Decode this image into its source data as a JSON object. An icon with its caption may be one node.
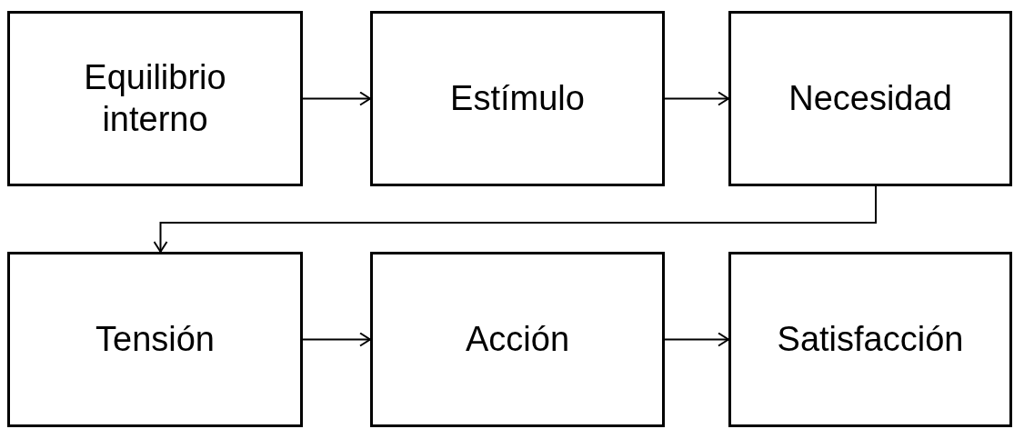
{
  "diagram": {
    "nodes": [
      {
        "text": [
          "Equilibrio interno"
        ]
      },
      {
        "text": [
          "Estímulo"
        ]
      },
      {
        "text": [
          "Necesidad"
        ]
      },
      {
        "text": [
          "Tensión"
        ]
      },
      {
        "text": [
          "Acción"
        ]
      },
      {
        "text": [
          "Satisfacción"
        ]
      }
    ],
    "edges": [
      {
        "from": 0,
        "to": 1,
        "arrow": "to"
      },
      {
        "from": 1,
        "to": 2,
        "arrow": "to"
      },
      {
        "from": 2,
        "to": 3,
        "arrow": "to"
      },
      {
        "from": 3,
        "to": 4,
        "arrow": "to"
      },
      {
        "from": 4,
        "to": 5,
        "arrow": "to"
      }
    ]
  }
}
